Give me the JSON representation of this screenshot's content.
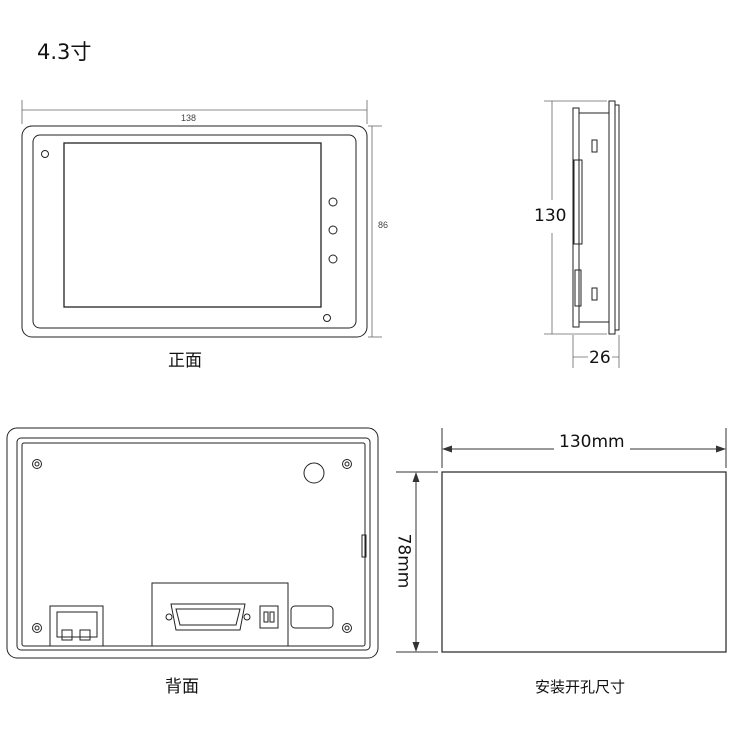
{
  "title": "4.3寸",
  "views": {
    "front": {
      "caption": "正面",
      "width_label": "138",
      "height_label": "86"
    },
    "side": {
      "height_label": "130",
      "depth_label": "26"
    },
    "back": {
      "caption": "背面"
    },
    "cutout": {
      "caption": "安装开孔尺寸",
      "width_label": "130mm",
      "height_label": "78mm"
    }
  }
}
